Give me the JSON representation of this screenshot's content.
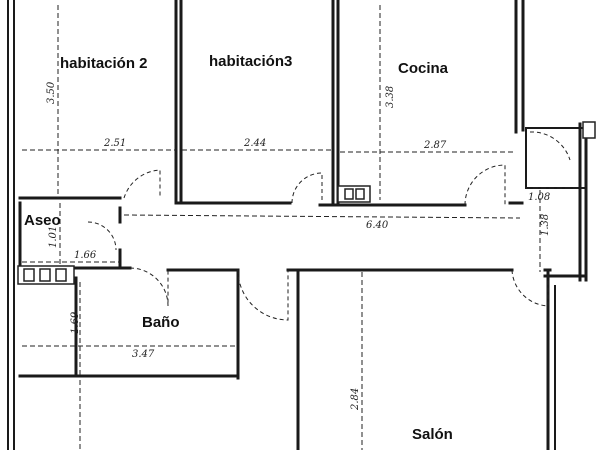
{
  "rooms": {
    "habitacion2": "habitación 2",
    "habitacion3": "habitación3",
    "cocina": "Cocina",
    "aseo": "Aseo",
    "bano": "Baño",
    "salon": "Salón"
  },
  "dimensions": {
    "hab2_height": "3.50",
    "hab2_width": "2.51",
    "hab3_width": "2.44",
    "cocina_height": "3.38",
    "cocina_width": "2.87",
    "pasillo_length": "6.40",
    "entrada_width": "1.08",
    "entrada_height": "1.38",
    "aseo_height": "1.01",
    "aseo_width": "1.66",
    "bano_height": "1.69",
    "bano_width": "3.47",
    "salon_height": "2.84"
  }
}
